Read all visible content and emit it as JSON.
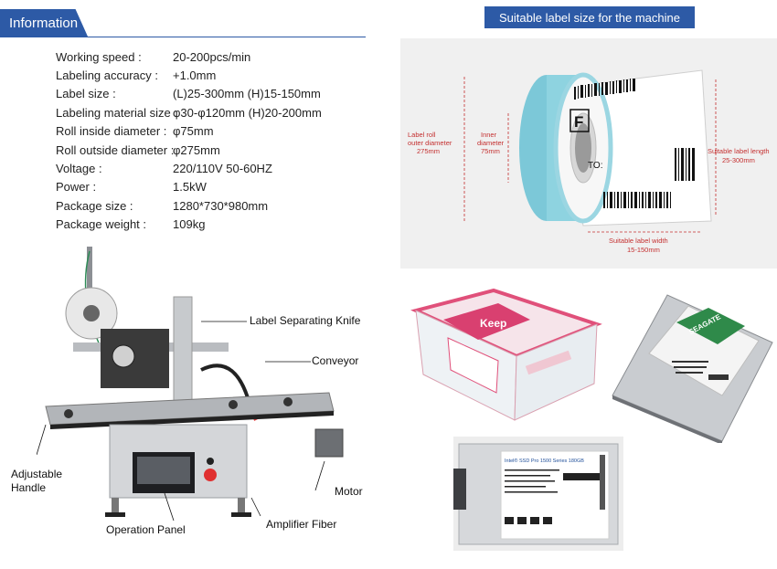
{
  "header": {
    "title": "Information"
  },
  "banner": {
    "text": "Suitable label size for the machine"
  },
  "specs": [
    {
      "label": "Working speed :",
      "value": "20-200pcs/min"
    },
    {
      "label": "Labeling accuracy :",
      "value": "+1.0mm"
    },
    {
      "label": "Label size :",
      "value": "(L)25-300mm (H)15-150mm"
    },
    {
      "label": "Labeling material size :",
      "value": "φ30-φ120mm (H)20-200mm"
    },
    {
      "label": "Roll inside diameter :",
      "value": "φ75mm"
    },
    {
      "label": "Roll outside diameter :",
      "value": "φ275mm"
    },
    {
      "label": "Voltage :",
      "value": "220/110V 50-60HZ"
    },
    {
      "label": "Power :",
      "value": "1.5kW"
    },
    {
      "label": "Package size :",
      "value": "1280*730*980mm"
    },
    {
      "label": "Package weight :",
      "value": "109kg"
    }
  ],
  "label_diagram": {
    "outer": [
      "Label roll",
      "outer diameter",
      "275mm"
    ],
    "inner": [
      "Inner",
      "diameter",
      "75mm"
    ],
    "length": [
      "Suitable label length",
      "25-300mm"
    ],
    "width": [
      "Suitable label width",
      "15-150mm"
    ],
    "letter": "F",
    "to": "TO:"
  },
  "callouts": {
    "knife": "Label Separating Knife",
    "conveyor": "Conveyor",
    "adjustable": "Adjustable",
    "handle": "Handle",
    "motor": "Motor",
    "panel": "Operation Panel",
    "fiber": "Amplifier Fiber"
  },
  "products": {
    "box_brand": "Keep",
    "hdd_brand": "SEAGATE",
    "ssd_model": "Intel® SSD Pro 1500 Series   180GB"
  },
  "colors": {
    "accent": "#2d5aa6",
    "annotation": "#c43030"
  }
}
